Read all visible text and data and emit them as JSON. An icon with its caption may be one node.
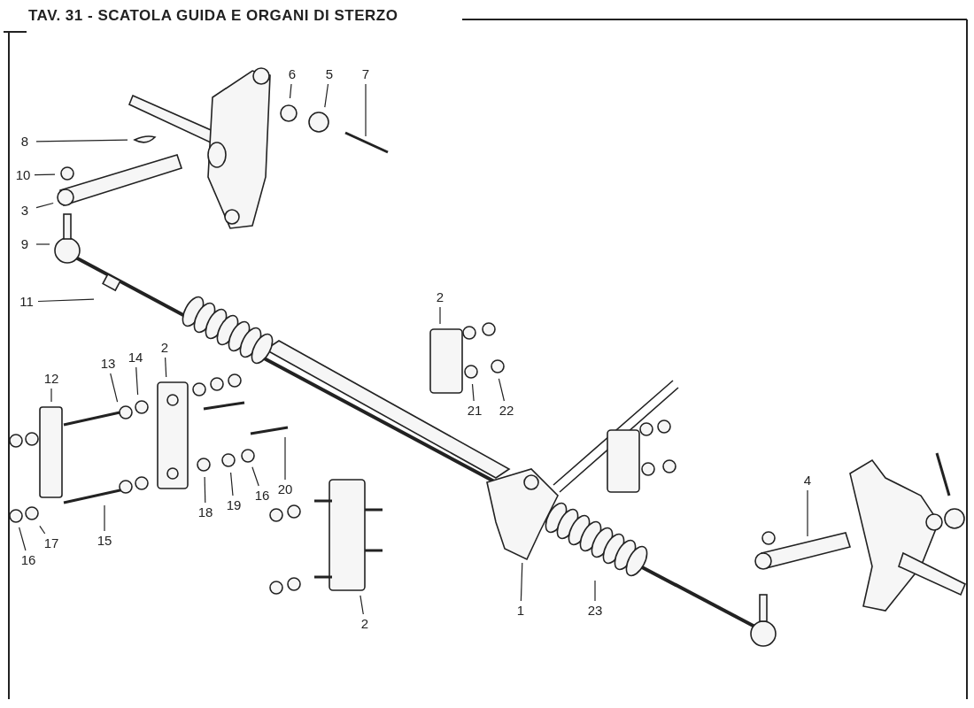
{
  "diagram": {
    "title": "TAV. 31 - SCATOLA GUIDA E ORGANI DI STERZO",
    "nodes": [
      {
        "text": [
          "6"
        ]
      },
      {
        "text": [
          "5"
        ]
      },
      {
        "text": [
          "7"
        ]
      },
      {
        "text": [
          "8"
        ]
      },
      {
        "text": [
          "10"
        ]
      },
      {
        "text": [
          "3"
        ]
      },
      {
        "text": [
          "9"
        ]
      },
      {
        "text": [
          "11"
        ]
      },
      {
        "text": [
          "2"
        ]
      },
      {
        "text": [
          "2"
        ]
      },
      {
        "text": [
          "14"
        ]
      },
      {
        "text": [
          "13"
        ]
      },
      {
        "text": [
          "12"
        ]
      },
      {
        "text": [
          "21"
        ]
      },
      {
        "text": [
          "22"
        ]
      },
      {
        "text": [
          "4"
        ]
      },
      {
        "text": [
          "20"
        ]
      },
      {
        "text": [
          "16"
        ]
      },
      {
        "text": [
          "19"
        ]
      },
      {
        "text": [
          "18"
        ]
      },
      {
        "text": [
          "17"
        ]
      },
      {
        "text": [
          "15"
        ]
      },
      {
        "text": [
          "16"
        ]
      },
      {
        "text": [
          "1"
        ]
      },
      {
        "text": [
          "23"
        ]
      },
      {
        "text": [
          "2"
        ]
      }
    ],
    "edges": [
      {
        "from": 0,
        "to": null,
        "arrow": "none"
      },
      {
        "from": 1,
        "to": null,
        "arrow": "none"
      },
      {
        "from": 2,
        "to": null,
        "arrow": "none"
      },
      {
        "from": 3,
        "to": null,
        "arrow": "none"
      },
      {
        "from": 4,
        "to": null,
        "arrow": "none"
      },
      {
        "from": 5,
        "to": null,
        "arrow": "none"
      },
      {
        "from": 6,
        "to": null,
        "arrow": "none"
      },
      {
        "from": 7,
        "to": null,
        "arrow": "none"
      },
      {
        "from": 8,
        "to": null,
        "arrow": "none"
      },
      {
        "from": 9,
        "to": null,
        "arrow": "none"
      },
      {
        "from": 10,
        "to": null,
        "arrow": "none"
      },
      {
        "from": 11,
        "to": null,
        "arrow": "none"
      },
      {
        "from": 12,
        "to": null,
        "arrow": "none"
      },
      {
        "from": 13,
        "to": null,
        "arrow": "none"
      },
      {
        "from": 14,
        "to": null,
        "arrow": "none"
      },
      {
        "from": 15,
        "to": null,
        "arrow": "none"
      },
      {
        "from": 16,
        "to": null,
        "arrow": "none"
      },
      {
        "from": 17,
        "to": null,
        "arrow": "none"
      },
      {
        "from": 18,
        "to": null,
        "arrow": "none"
      },
      {
        "from": 19,
        "to": null,
        "arrow": "none"
      },
      {
        "from": 20,
        "to": null,
        "arrow": "none"
      },
      {
        "from": 21,
        "to": null,
        "arrow": "none"
      },
      {
        "from": 22,
        "to": null,
        "arrow": "none"
      },
      {
        "from": 23,
        "to": null,
        "arrow": "none"
      },
      {
        "from": 24,
        "to": null,
        "arrow": "none"
      },
      {
        "from": 25,
        "to": null,
        "arrow": "none"
      }
    ]
  }
}
